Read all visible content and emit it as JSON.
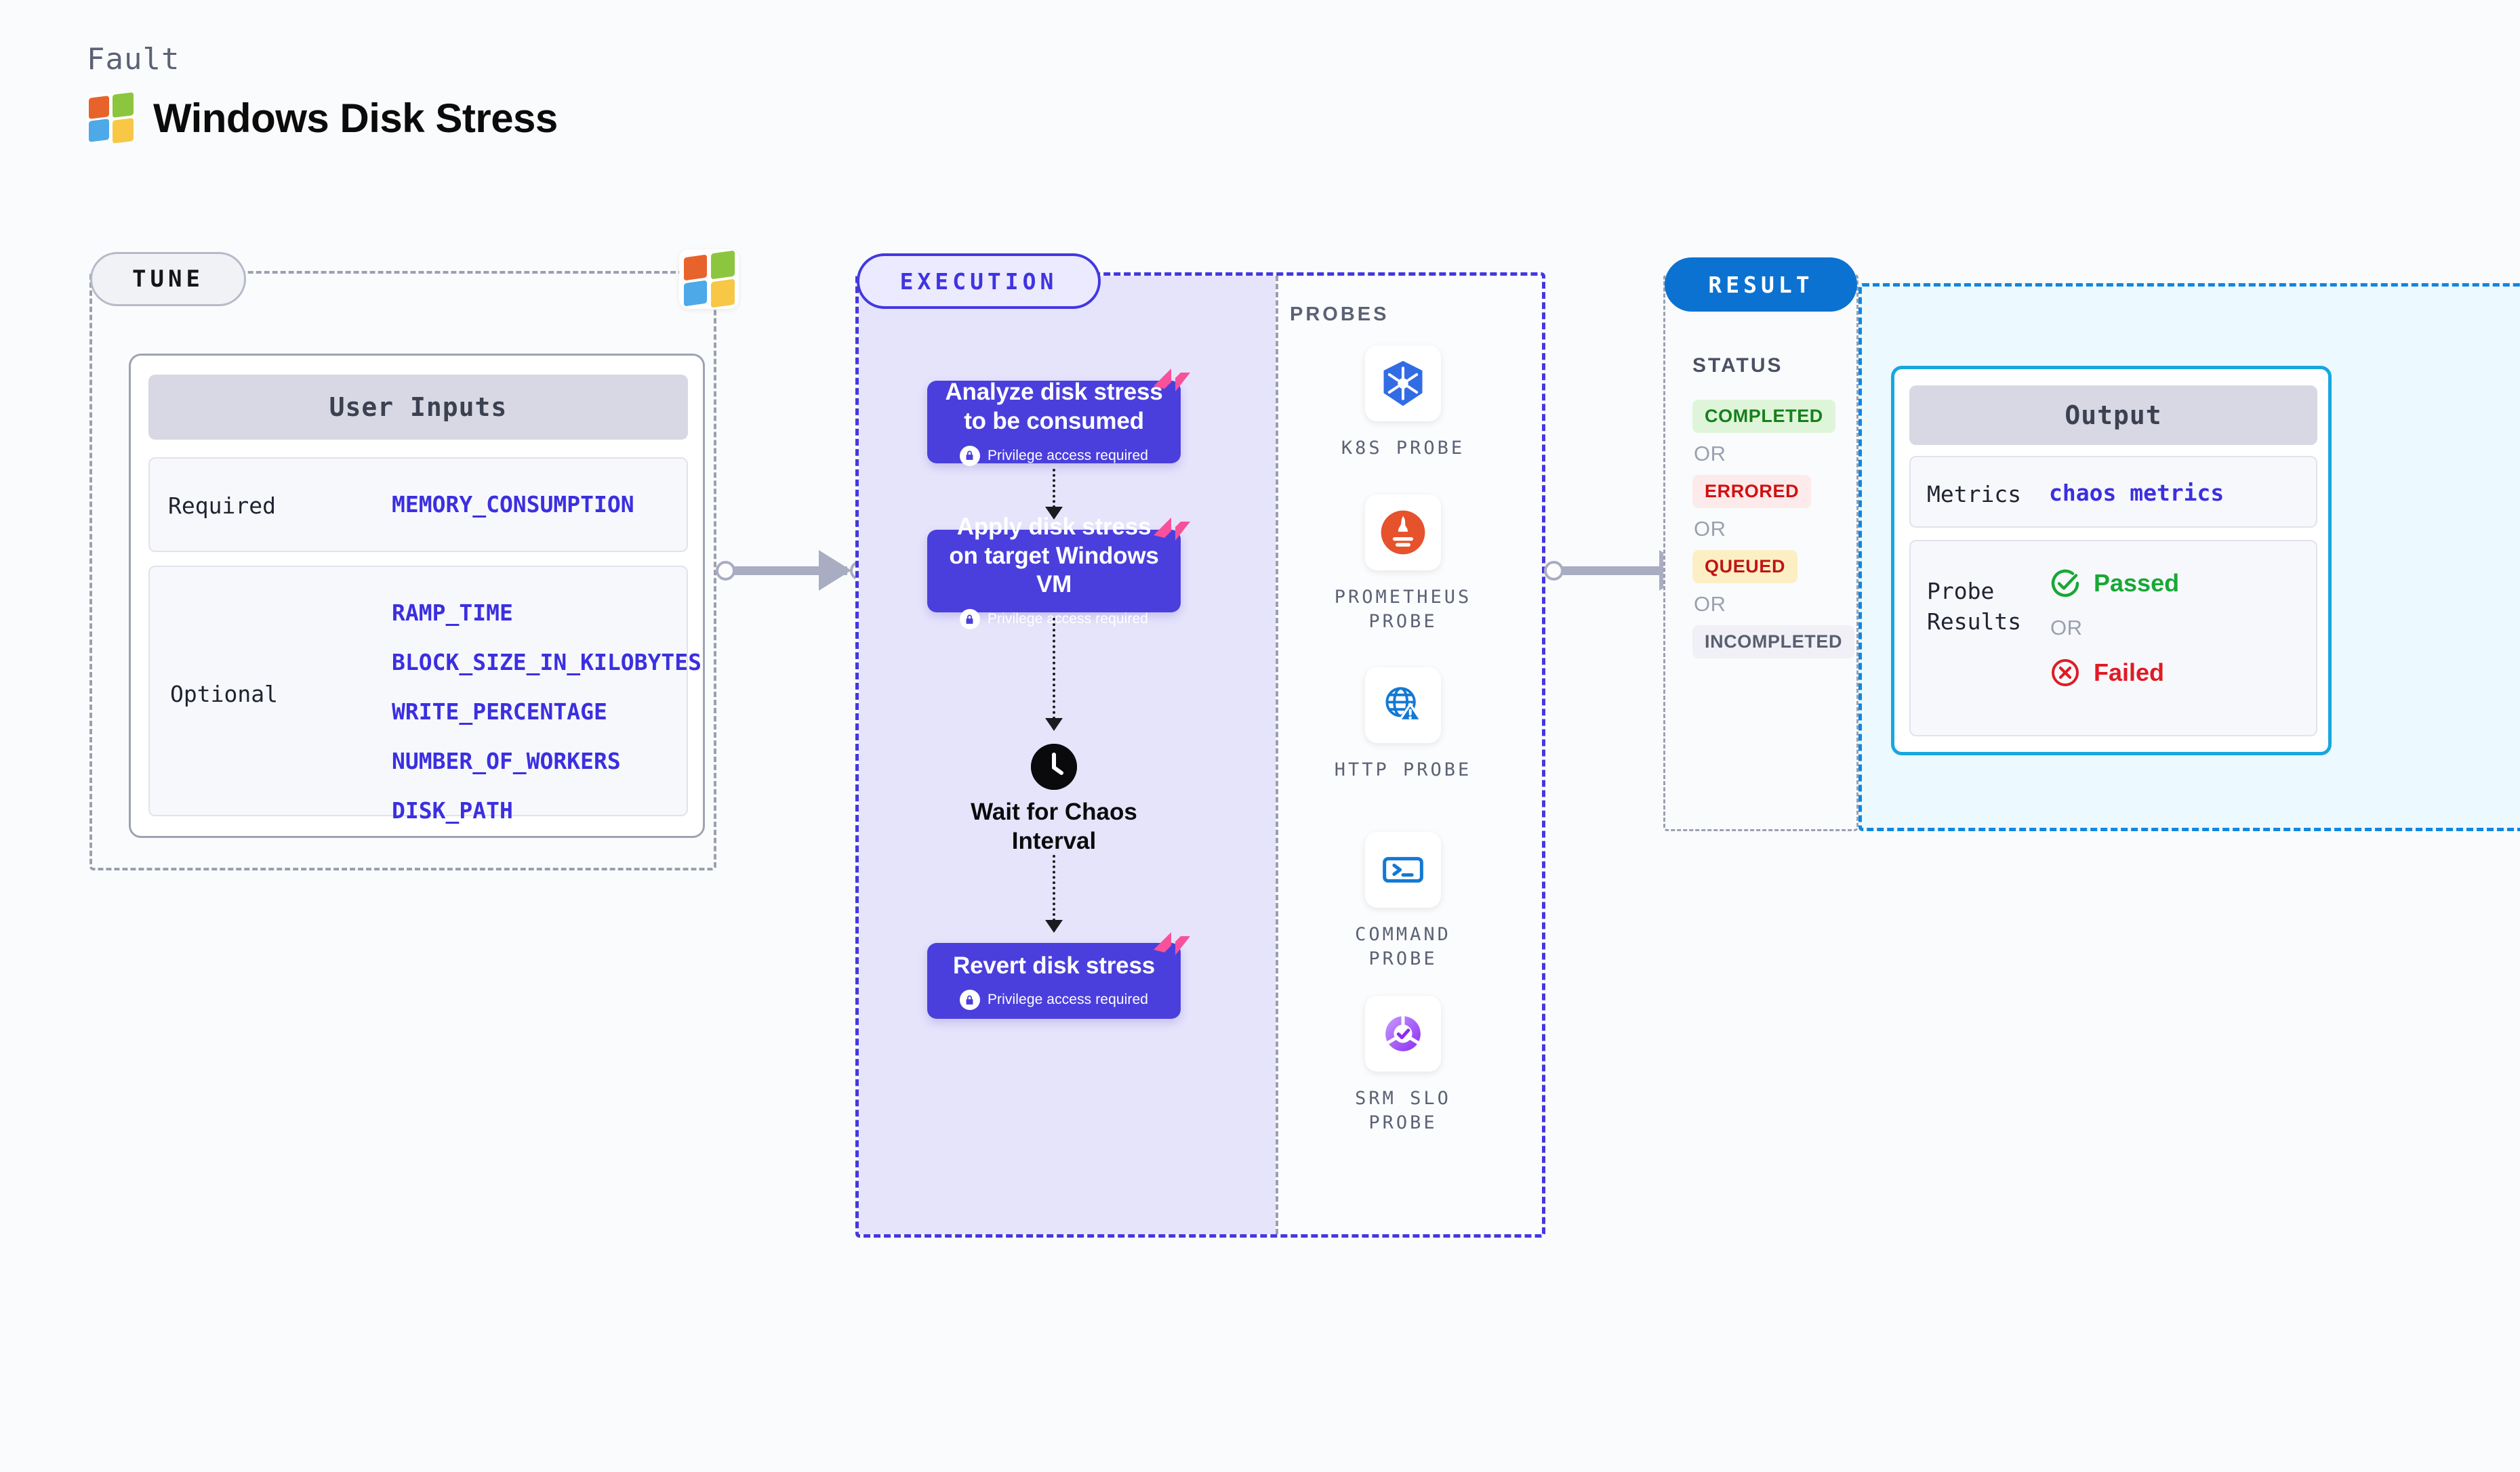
{
  "header": {
    "kicker": "Fault",
    "title": "Windows Disk Stress",
    "logo_icon": "windows-logo-icon"
  },
  "tune": {
    "pill_label": "TUNE",
    "logo_icon": "windows-logo-icon",
    "card_title": "User Inputs",
    "required": {
      "label": "Required",
      "values": [
        "MEMORY_CONSUMPTION"
      ]
    },
    "optional": {
      "label": "Optional",
      "values": [
        "RAMP_TIME",
        "BLOCK_SIZE_IN_KILOBYTES",
        "WRITE_PERCENTAGE",
        "NUMBER_OF_WORKERS",
        "DISK_PATH"
      ]
    }
  },
  "execution": {
    "pill_label": "EXECUTION",
    "privilege_note": "Privilege access required",
    "steps": [
      {
        "title": "Analyze disk stress to be consumed",
        "privileged": true,
        "badge_icon": "chaos-n-badge-icon"
      },
      {
        "title": "Apply disk stress on target Windows VM",
        "privileged": true,
        "badge_icon": "chaos-n-badge-icon"
      },
      {
        "title": "Revert disk stress",
        "privileged": true,
        "badge_icon": "chaos-n-badge-icon"
      }
    ],
    "wait": {
      "label": "Wait for Chaos Interval",
      "icon": "clock-icon"
    }
  },
  "probes": {
    "title": "PROBES",
    "items": [
      {
        "label": "K8S PROBE",
        "icon": "kubernetes-icon"
      },
      {
        "label": "PROMETHEUS PROBE",
        "icon": "prometheus-icon"
      },
      {
        "label": "HTTP PROBE",
        "icon": "globe-warning-icon"
      },
      {
        "label": "COMMAND PROBE",
        "icon": "terminal-icon"
      },
      {
        "label": "SRM SLO PROBE",
        "icon": "slo-donut-check-icon"
      }
    ]
  },
  "result": {
    "pill_label": "RESULT",
    "status_title": "STATUS",
    "or_label": "OR",
    "statuses": [
      {
        "label": "COMPLETED",
        "bg": "#dff5d9",
        "fg": "#16801b"
      },
      {
        "label": "ERRORED",
        "bg": "#fdeaea",
        "fg": "#cf1111"
      },
      {
        "label": "QUEUED",
        "bg": "#fcefc4",
        "fg": "#c01414"
      },
      {
        "label": "INCOMPLETED",
        "bg": "#f0f0f6",
        "fg": "#585f70"
      }
    ],
    "output": {
      "card_title": "Output",
      "metrics_label": "Metrics",
      "metrics_value": "chaos metrics",
      "probe_results_label": "Probe\nResults",
      "passed_label": "Passed",
      "failed_label": "Failed",
      "or_label": "OR",
      "passed_icon": "check-circle-icon",
      "failed_icon": "x-circle-icon"
    }
  },
  "colors": {
    "canvas_bg": "#fafbfc",
    "execution_fill": "#e6e4fb",
    "execution_border": "#4338e0",
    "step_box": "#4a3fdc",
    "result_border": "#1186e0",
    "result_fill": "#ecfaff",
    "output_border": "#17a7e0",
    "tune_border": "#9ea3b3",
    "accent_blue": "#0c72d2",
    "link_purple": "#3b2fe0",
    "badge_pink": "#f8519a"
  }
}
